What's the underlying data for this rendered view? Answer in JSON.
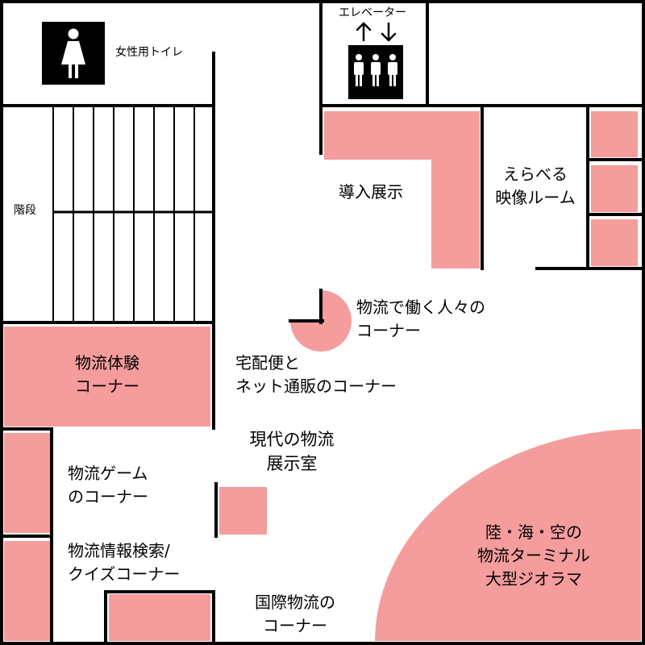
{
  "floor_map": {
    "colors": {
      "exhibit_fill": "#f59c9c",
      "wall": "#000000",
      "background": "#ffffff"
    },
    "rooms": {
      "womens_restroom": {
        "label": "女性用トイレ",
        "icon": "female-restroom-icon"
      },
      "elevator": {
        "label": "エレベーター",
        "icon": "elevator-icon"
      },
      "stairs": {
        "label": "階段"
      },
      "intro_exhibit": {
        "label": "導入展示"
      },
      "theater": {
        "label": "えらべる\n映像ルーム"
      },
      "logistics_workers": {
        "label": "物流で働く人々の\nコーナー"
      },
      "delivery_online": {
        "label": "宅配便と\nネット通販のコーナー"
      },
      "experience_corner": {
        "label": "物流体験\nコーナー"
      },
      "modern_hall": {
        "label": "現代の物流\n展示室"
      },
      "game_corner": {
        "label": "物流ゲーム\nのコーナー"
      },
      "search_quiz": {
        "label": "物流情報検索/\nクイズコーナー"
      },
      "international": {
        "label": "国際物流の\nコーナー"
      },
      "diorama": {
        "label": "陸・海・空の\n物流ターミナル\n大型ジオラマ"
      }
    }
  }
}
